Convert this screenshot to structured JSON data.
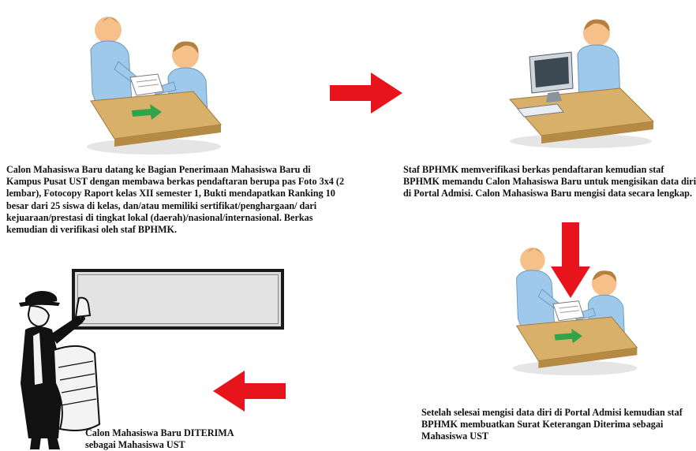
{
  "steps": [
    {
      "caption": "Calon Mahasiswa Baru datang ke Bagian Penerimaan Mahasiswa Baru di Kampus Pusat UST dengan membawa berkas pendaftaran berupa pas Foto 3x4 (2 lembar), Fotocopy Raport kelas XII semester 1, Bukti mendapatkan Ranking 10 besar dari 25 siswa di kelas, dan/atau memiliki sertifikat/penghargaan/ dari kejuaraan/prestasi di tingkat lokal (daerah)/nasional/internasional. Berkas kemudian di verifikasi oleh staf BPHMK.",
      "illustration": "handing-documents"
    },
    {
      "caption": "Staf BPHMK memverifikasi berkas pendaftaran kemudian staf BPHMK memandu Calon Mahasiswa Baru untuk mengisikan data diri di Portal Admisi. Calon Mahasiswa Baru mengisi data secara lengkap.",
      "illustration": "computer-desk"
    },
    {
      "caption": "Setelah selesai mengisi data diri di Portal Admisi kemudian staf BPHMK membuatkan Surat Keterangan Diterima sebagai Mahasiswa UST",
      "illustration": "handing-documents"
    },
    {
      "caption": "Calon Mahasiswa Baru DITERIMA sebagai Mahasiswa UST",
      "illustration": "town-crier-announcement"
    }
  ],
  "arrows": [
    {
      "direction": "right",
      "color": "#e8141b"
    },
    {
      "direction": "down",
      "color": "#e8141b"
    },
    {
      "direction": "left",
      "color": "#e8141b"
    }
  ],
  "colors": {
    "person": "#9ec9ea",
    "skin": "#f5c08a",
    "desk": "#d9b06a",
    "board": "#dcdcdc",
    "arrow": "#e8141b"
  }
}
